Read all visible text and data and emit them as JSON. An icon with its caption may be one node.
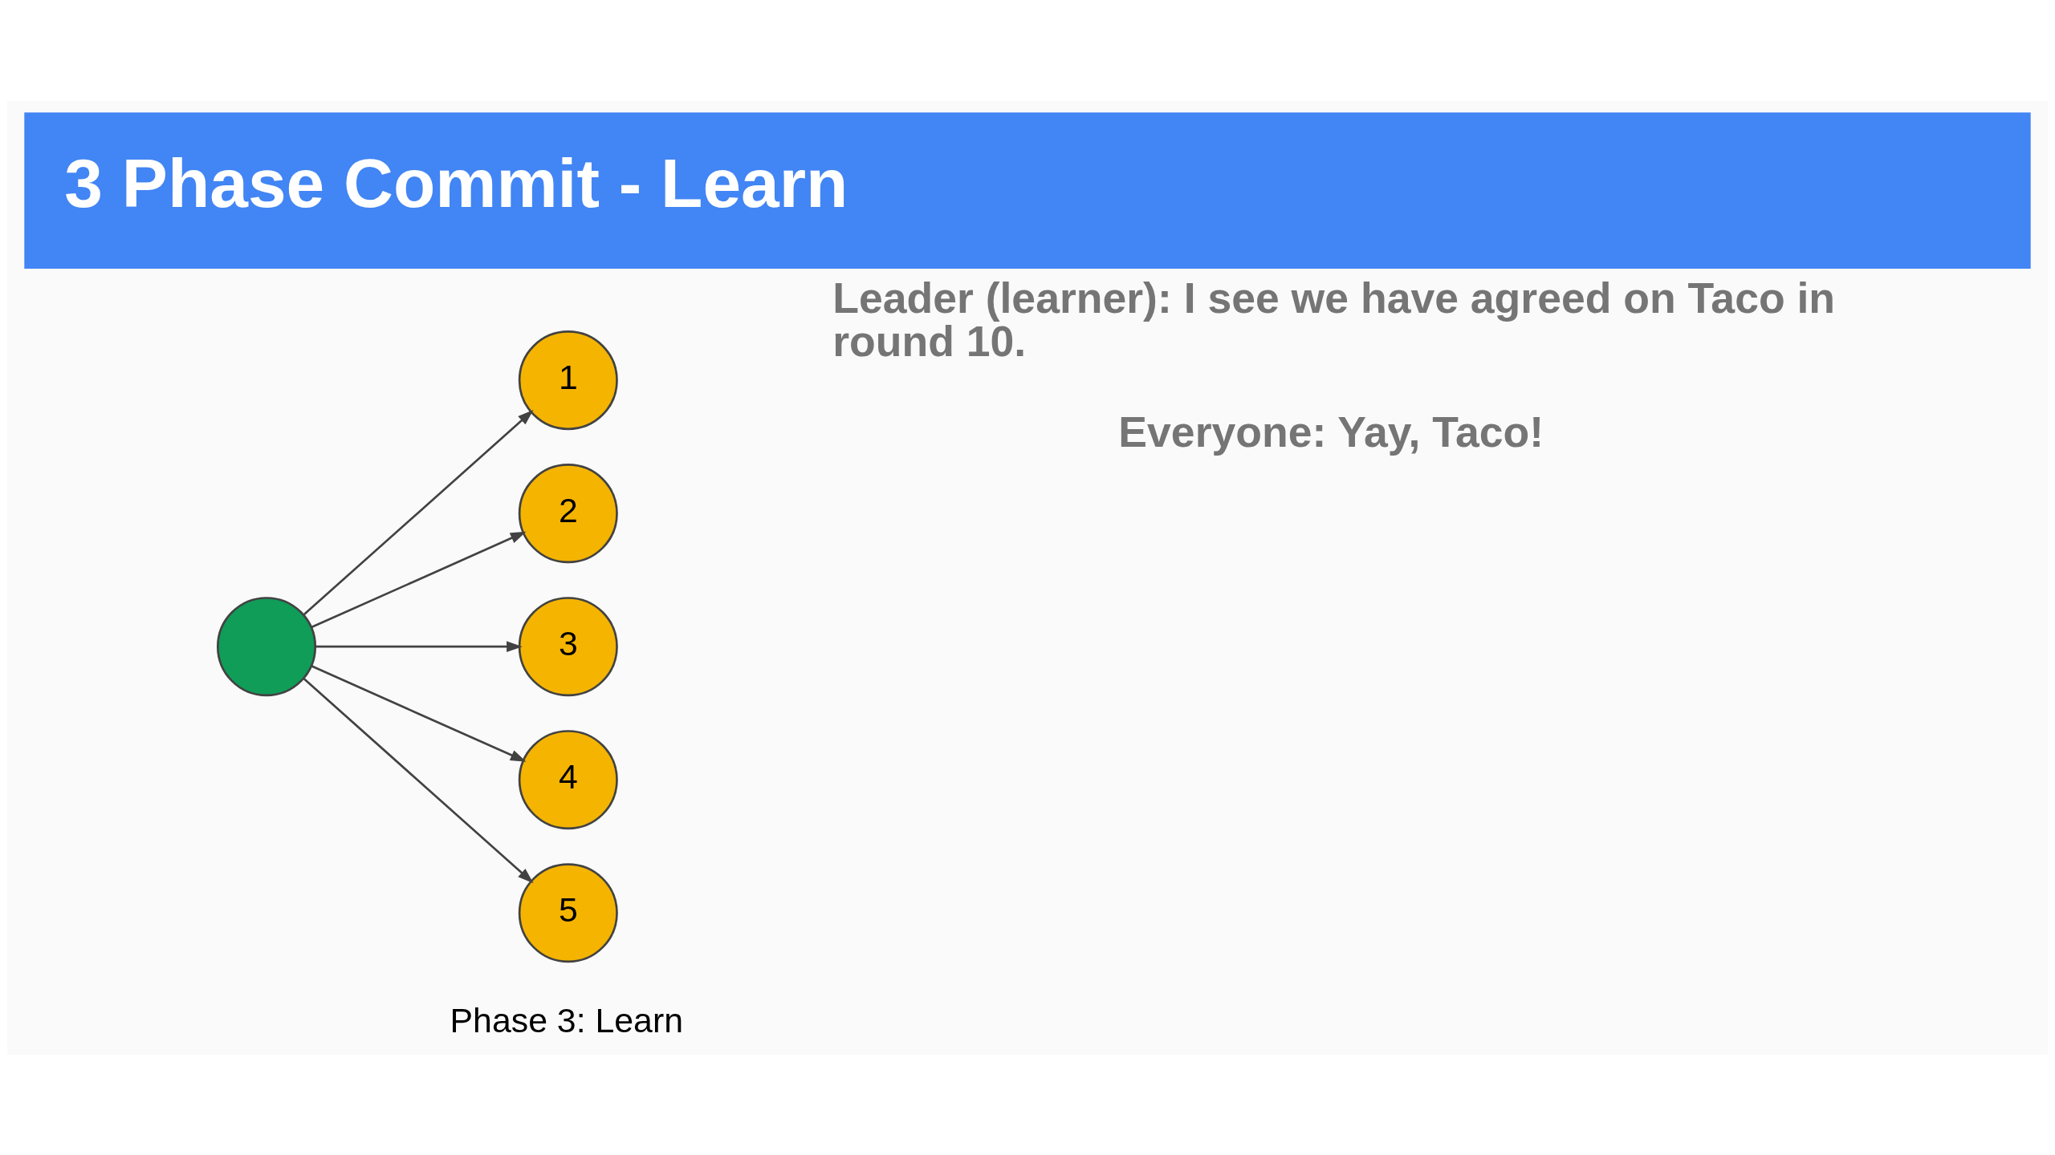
{
  "diagram": {
    "title": "3 Phase Commit - Learn",
    "nodes": [
      {
        "text": [],
        "shape": "circle"
      },
      {
        "text": [
          "1"
        ]
      },
      {
        "text": [
          "2"
        ]
      },
      {
        "text": [
          "3"
        ]
      },
      {
        "text": [
          "4"
        ]
      },
      {
        "text": [
          "5"
        ]
      }
    ],
    "edges": [
      {
        "from": 0,
        "to": 1,
        "arrow": "to"
      },
      {
        "from": 0,
        "to": 2,
        "arrow": "to"
      },
      {
        "from": 0,
        "to": 3,
        "arrow": "to"
      },
      {
        "from": 0,
        "to": 4,
        "arrow": "to"
      },
      {
        "from": 0,
        "to": 5,
        "arrow": "to"
      }
    ],
    "labels": [
      "Leader (learner): I see we have agreed on Taco in round 10.",
      "Everyone: Yay, Taco!",
      "Phase 3: Learn"
    ]
  }
}
